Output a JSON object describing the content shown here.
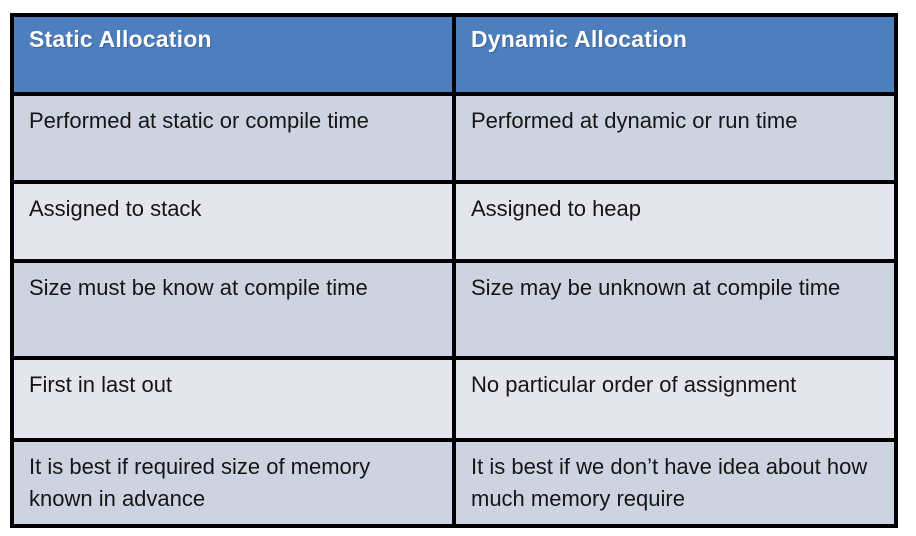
{
  "table": {
    "title_semantic": "static-vs-dynamic-allocation-comparison",
    "headers": [
      {
        "label": "Static Allocation"
      },
      {
        "label": "Dynamic Allocation"
      }
    ],
    "rows": [
      {
        "left": "Performed at static or compile time",
        "right": "Performed at dynamic or run time"
      },
      {
        "left": "Assigned to stack",
        "right": "Assigned to heap"
      },
      {
        "left": "Size must be know at compile time",
        "right": "Size may be unknown at compile time"
      },
      {
        "left": "First in last out",
        "right": "No particular order of assignment"
      },
      {
        "left": "It is best if required size of memory known in advance",
        "right": "It is best if we don’t have idea about how much memory require"
      }
    ],
    "colors": {
      "header_bg": "#4d7fbe",
      "header_text": "#ffffff",
      "band_dark": "#cdd3e1",
      "band_light": "#e5e6ed",
      "border": "#000000",
      "body_text": "#151515",
      "page_bg": "#ffffff"
    }
  }
}
